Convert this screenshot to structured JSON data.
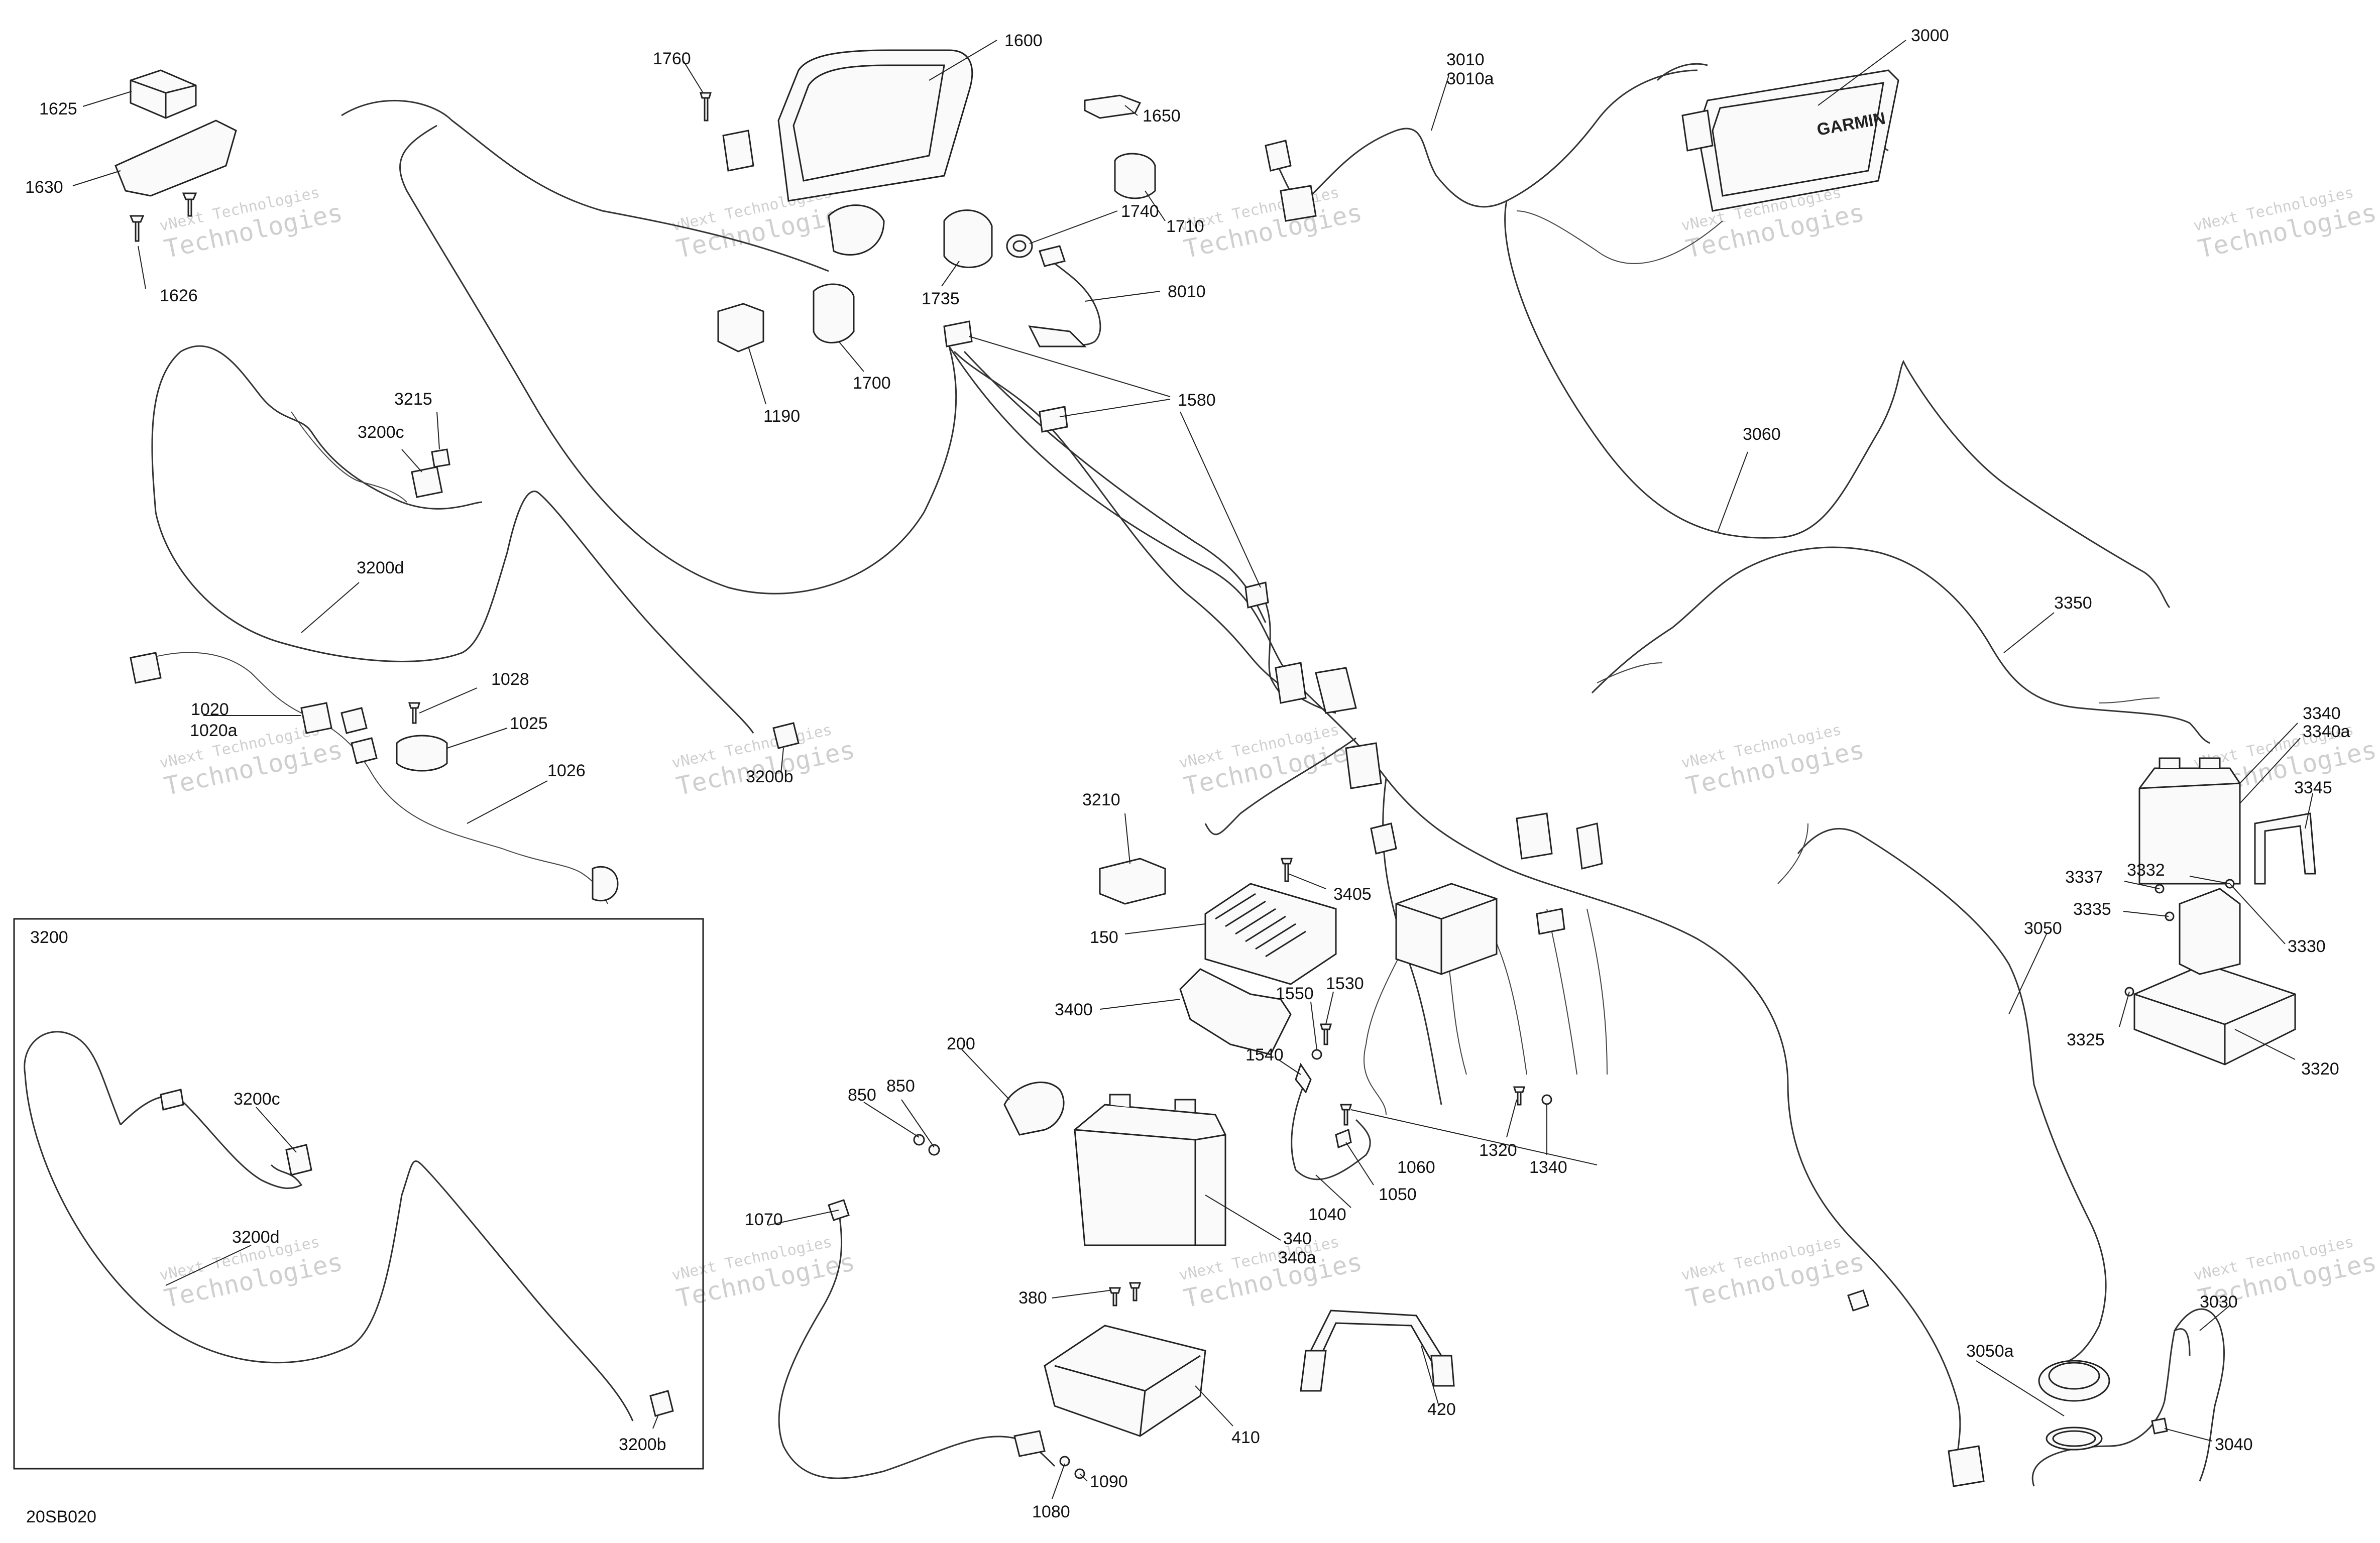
{
  "diagram_code": "20SB020",
  "inset": {
    "label": "3200"
  },
  "brand_text": "GARMIN",
  "watermark": {
    "line1": "vNext Technologies",
    "line2": "Technologies"
  },
  "callouts": [
    "1625",
    "1630",
    "1626",
    "1760",
    "1600",
    "1650",
    "1740",
    "1710",
    "1735",
    "8010",
    "1190",
    "1700",
    "1580",
    "3010",
    "3010a",
    "3000",
    "3215",
    "3200c",
    "3200d",
    "3060",
    "1028",
    "1020",
    "1020a",
    "1025",
    "1026",
    "3200b",
    "3350",
    "3340",
    "3340a",
    "3345",
    "3210",
    "3405",
    "150",
    "3400",
    "1550",
    "1530",
    "1540",
    "3337",
    "3335",
    "3332",
    "3330",
    "3325",
    "3320",
    "3050",
    "200",
    "850",
    "850",
    "1320",
    "1340",
    "1060",
    "1050",
    "1040",
    "340",
    "340a",
    "1070",
    "380",
    "410",
    "420",
    "3050a",
    "3030",
    "3040",
    "1090",
    "1080",
    "3200c",
    "3200d",
    "3200b"
  ]
}
